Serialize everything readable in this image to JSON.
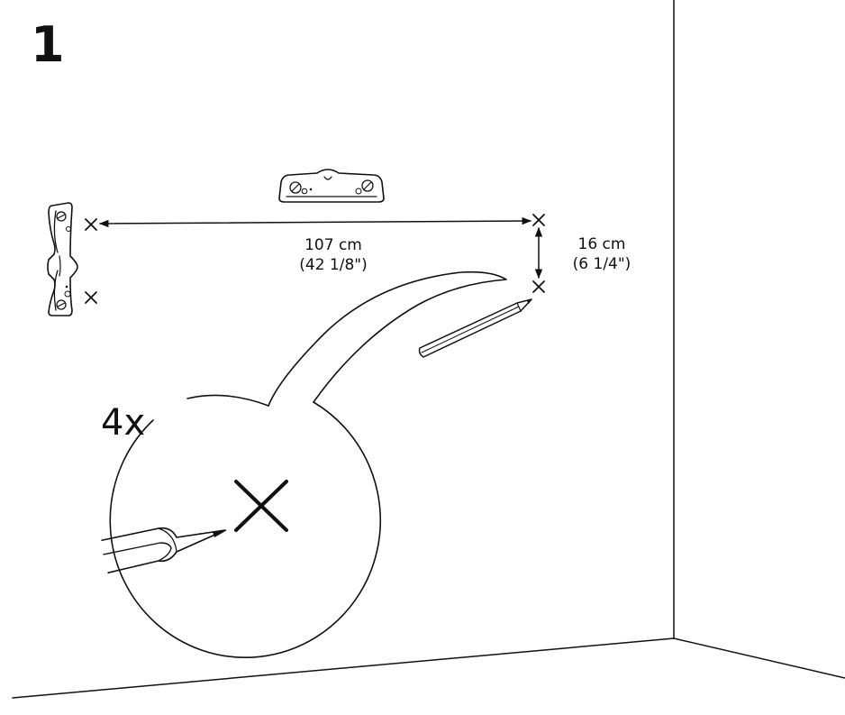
{
  "step_number": "1",
  "horizontal_measure": {
    "metric": "107 cm",
    "imperial": "(42 1/8\")"
  },
  "vertical_measure": {
    "metric": "16 cm",
    "imperial": "(6 1/4\")"
  },
  "quantity": "4x",
  "colors": {
    "ink": "#111111",
    "paper": "#ffffff"
  },
  "icons": [
    "spirit-level-icon",
    "pencil-icon",
    "cross-mark-icon",
    "arrow-icon"
  ]
}
